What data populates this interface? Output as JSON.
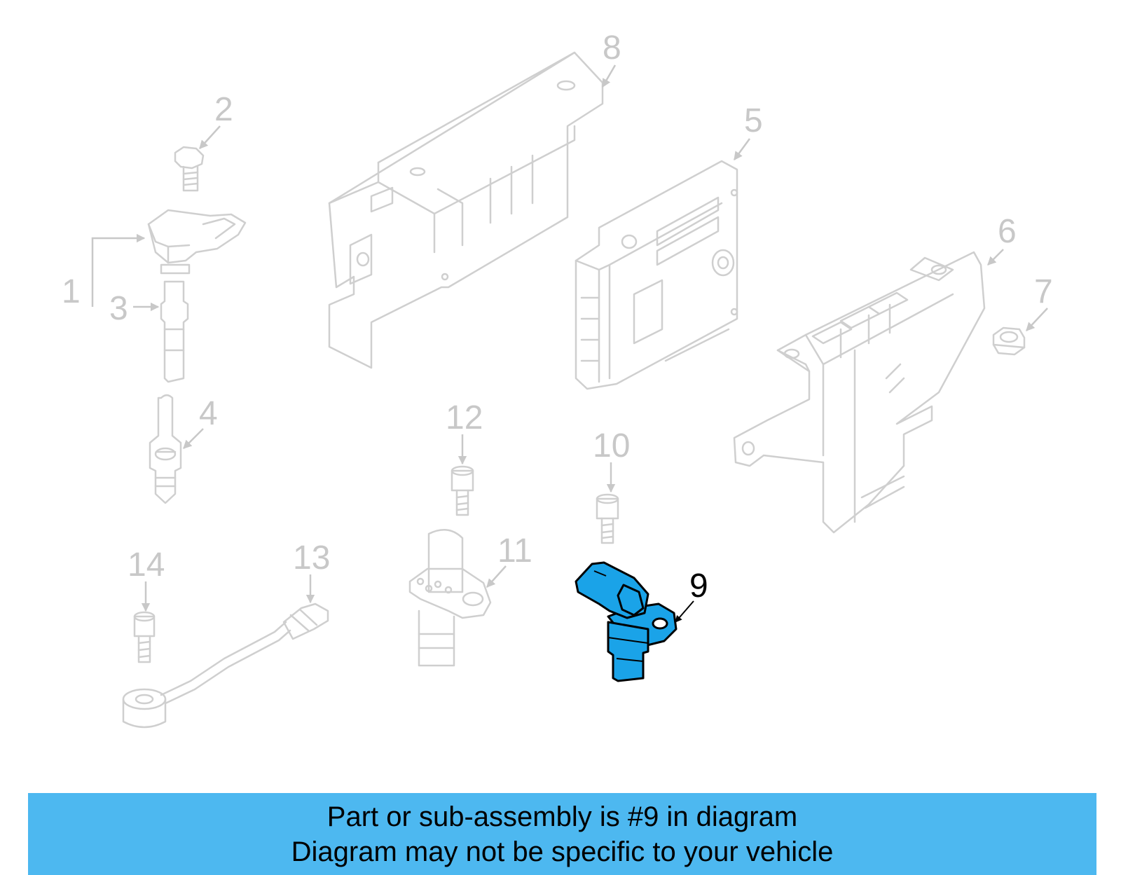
{
  "colors": {
    "highlight": "#1aa3e8",
    "banner": "#4db8f0",
    "inactive_line": "#cfcfcf",
    "inactive_text": "#c8c8c8"
  },
  "callouts": {
    "c1": "1",
    "c2": "2",
    "c3": "3",
    "c4": "4",
    "c5": "5",
    "c6": "6",
    "c7": "7",
    "c8": "8",
    "c9": "9",
    "c10": "10",
    "c11": "11",
    "c12": "12",
    "c13": "13",
    "c14": "14"
  },
  "highlighted_part": "9",
  "banner": {
    "line1": "Part or sub-assembly is #9 in diagram",
    "line2": "Diagram may not be specific to your vehicle"
  }
}
